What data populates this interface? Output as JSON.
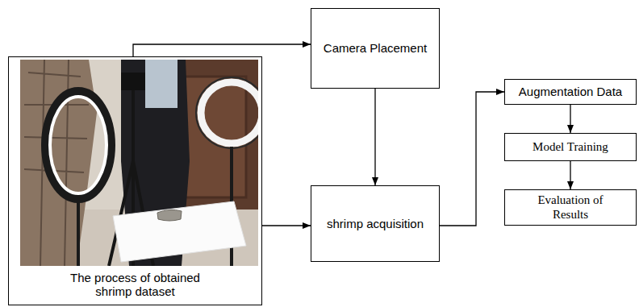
{
  "diagram": {
    "nodes": [
      {
        "text": [
          "The process of obtained shrimp dataset"
        ]
      },
      {
        "text": [
          "Camera Placement"
        ]
      },
      {
        "text": [
          "shrimp acquisition"
        ]
      },
      {
        "text": [
          "Augmentation Data"
        ]
      },
      {
        "text": [
          "Model Training"
        ]
      },
      {
        "text": [
          "Evaluation of Results"
        ]
      }
    ],
    "edges": [
      {
        "from": 0,
        "to": 1,
        "arrow": "to"
      },
      {
        "from": 1,
        "to": 2,
        "arrow": "to"
      },
      {
        "from": 0,
        "to": 2,
        "arrow": "to"
      },
      {
        "from": 2,
        "to": 3,
        "arrow": "to"
      },
      {
        "from": 3,
        "to": 4,
        "arrow": "to"
      },
      {
        "from": 4,
        "to": 5,
        "arrow": "to"
      }
    ]
  }
}
